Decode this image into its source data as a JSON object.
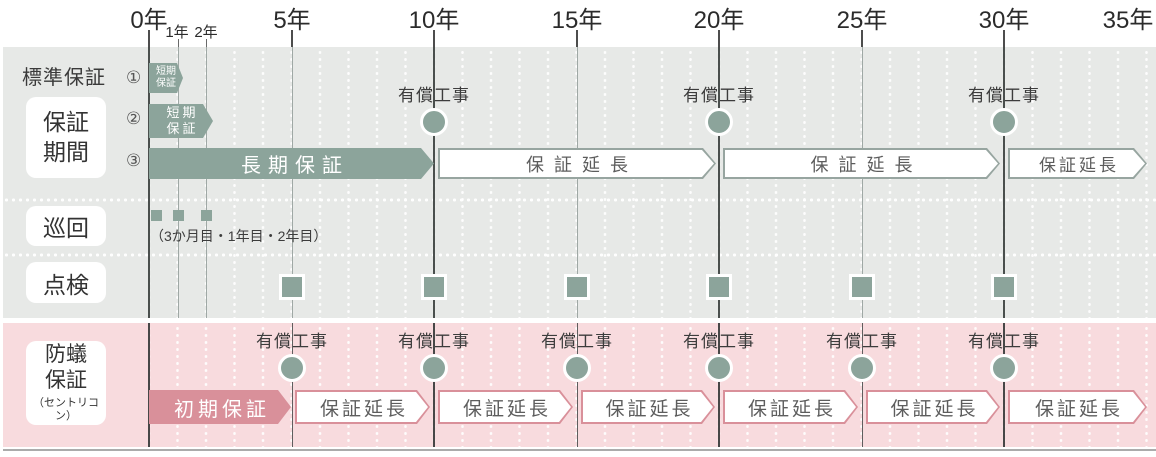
{
  "colors": {
    "green": "#8CA49B",
    "grayBg": "#E7E9E7",
    "pinkBg": "#F8DBDE",
    "rose": "#D9909A",
    "grayBorder": "#97A5A0",
    "lineStrong": "#4A4F4D",
    "lineLight": "#9FA8A5"
  },
  "axis": {
    "major": [
      "0年",
      "5年",
      "10年",
      "15年",
      "20年",
      "25年",
      "30年",
      "35年"
    ],
    "minor": [
      "1年",
      "2年"
    ]
  },
  "standard": {
    "section_label": "標準保証",
    "side_box_lines": [
      "保証",
      "期間"
    ],
    "row_numbers": [
      "①",
      "②",
      "③"
    ],
    "row1_bar": {
      "label_lines": [
        "短期",
        "保証"
      ],
      "years": [
        0,
        1
      ]
    },
    "row2_bar": {
      "label_lines": [
        "短期",
        "保証"
      ],
      "years": [
        0,
        2
      ]
    },
    "row3_bars": [
      {
        "label": "長期保証",
        "years": [
          0,
          10
        ],
        "style": "filled-green"
      },
      {
        "label": "保証延長",
        "years": [
          10,
          20
        ],
        "style": "outlined"
      },
      {
        "label": "保証延長",
        "years": [
          20,
          30
        ],
        "style": "outlined"
      },
      {
        "label": "保証延長",
        "years": [
          30,
          35
        ],
        "style": "outlined"
      }
    ],
    "paid_work": {
      "label": "有償工事",
      "years": [
        10,
        20,
        30
      ]
    }
  },
  "patrol": {
    "side_box": "巡回",
    "caption": "（3か月目・1年目・2年目）",
    "mark_times": [
      "3か月目",
      "1年目",
      "2年目"
    ]
  },
  "inspection": {
    "side_box": "点検",
    "mark_years": [
      5,
      10,
      15,
      20,
      25,
      30
    ]
  },
  "termite": {
    "side_box_lines": [
      "防蟻",
      "保証"
    ],
    "side_box_subtitle": "（セントリコン）",
    "paid_work": {
      "label": "有償工事",
      "years": [
        5,
        10,
        15,
        20,
        25,
        30
      ]
    },
    "bars": [
      {
        "label": "初期保証",
        "years": [
          0,
          5
        ],
        "style": "filled-rose"
      },
      {
        "label": "保証延長",
        "years": [
          5,
          10
        ],
        "style": "outlined"
      },
      {
        "label": "保証延長",
        "years": [
          10,
          15
        ],
        "style": "outlined"
      },
      {
        "label": "保証延長",
        "years": [
          15,
          20
        ],
        "style": "outlined"
      },
      {
        "label": "保証延長",
        "years": [
          20,
          25
        ],
        "style": "outlined"
      },
      {
        "label": "保証延長",
        "years": [
          25,
          30
        ],
        "style": "outlined"
      },
      {
        "label": "保証延長",
        "years": [
          30,
          35
        ],
        "style": "outlined"
      }
    ]
  }
}
